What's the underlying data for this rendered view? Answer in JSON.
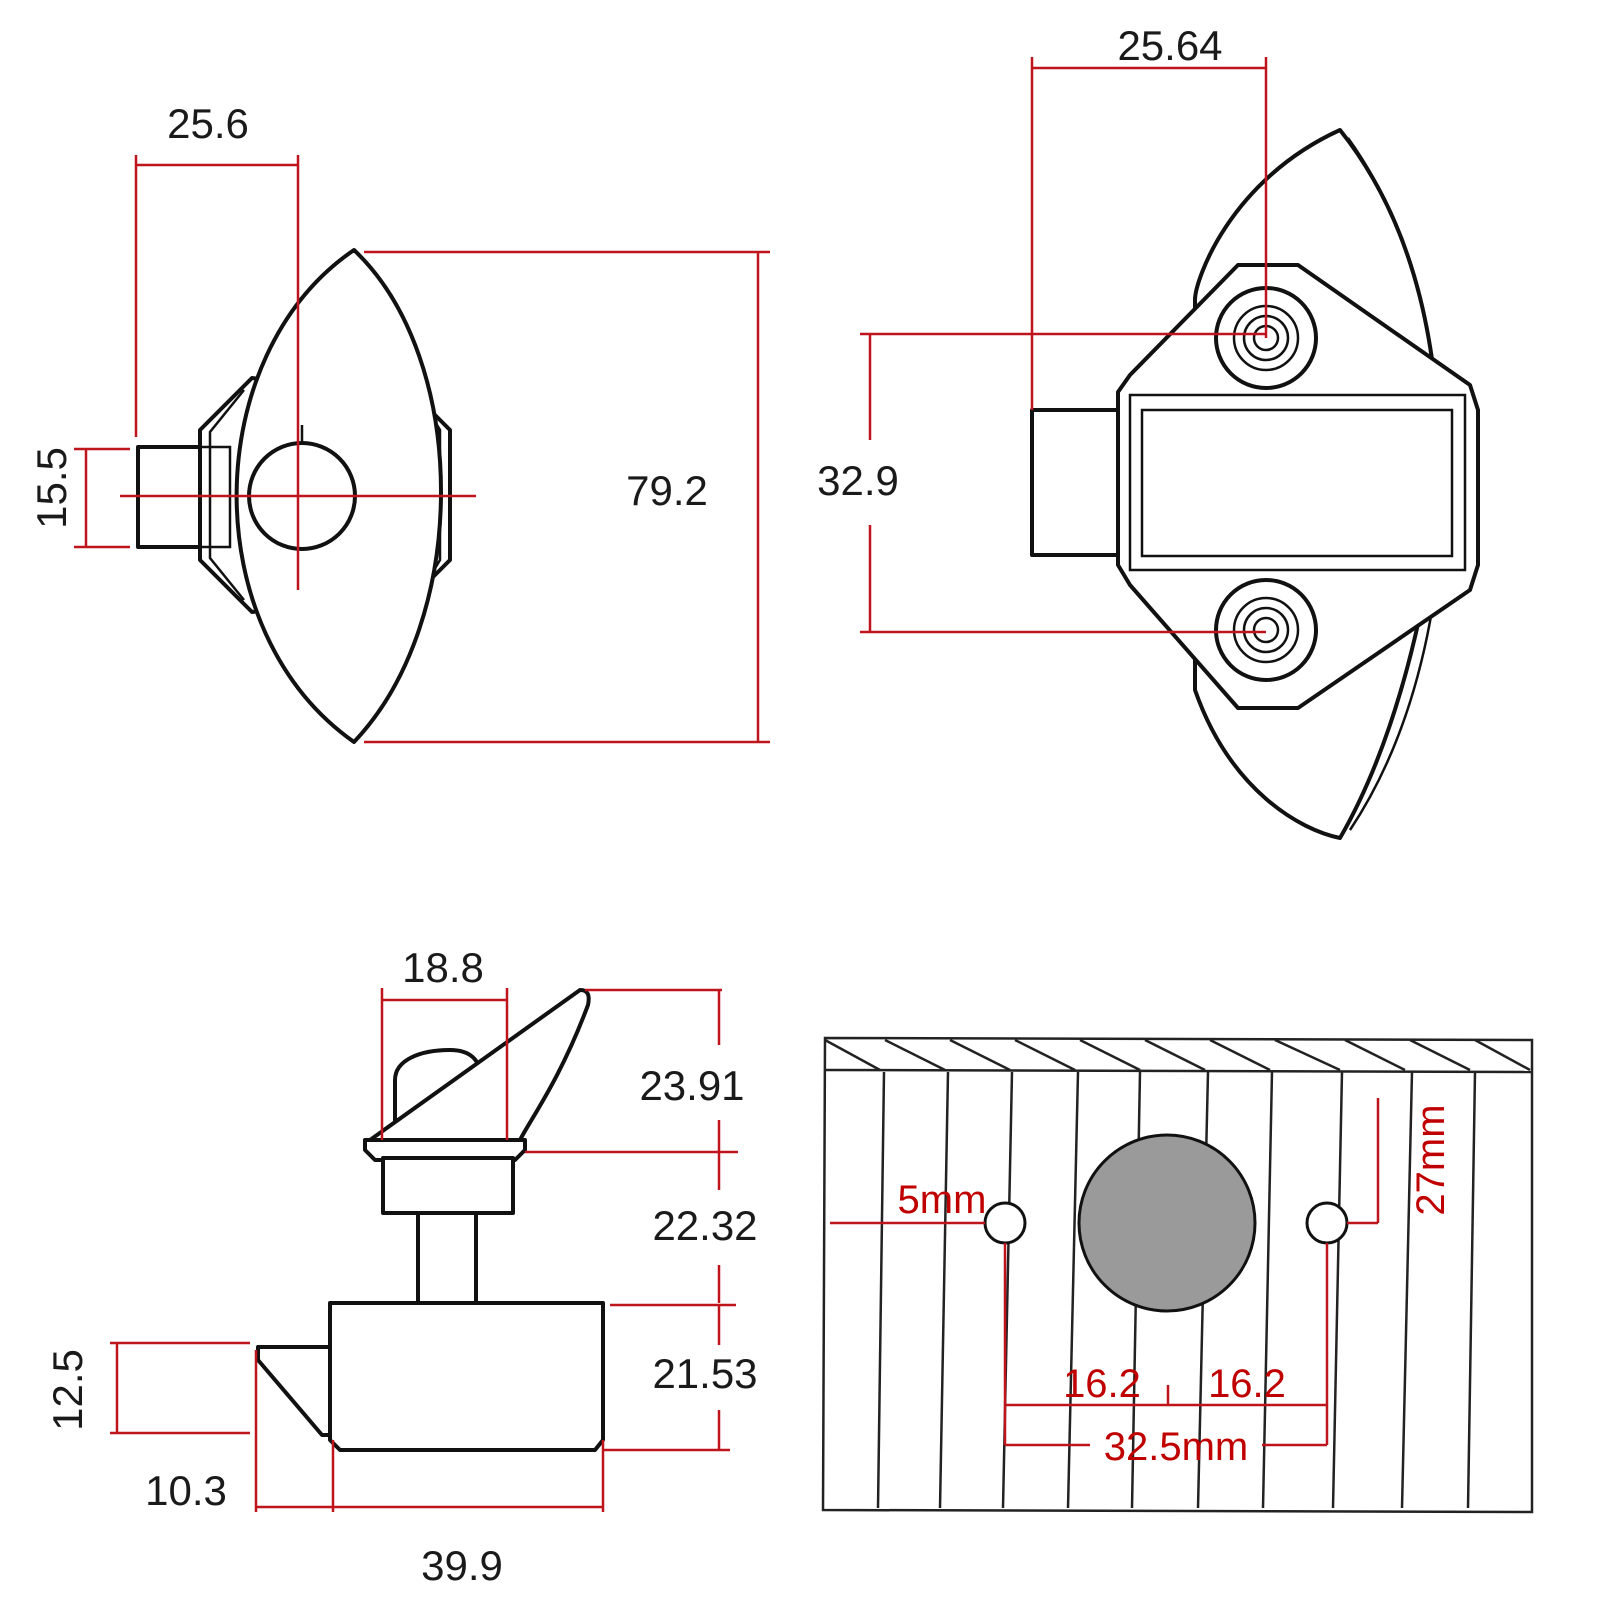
{
  "colors": {
    "dimension_line": "#c0141c",
    "outline": "#111111",
    "hole_fill": "#9a9a9a",
    "red_text": "#c00000"
  },
  "front_view": {
    "width_top": "25.6",
    "height": "79.2",
    "bolt_height": "15.5"
  },
  "back_view": {
    "screw_offset": "25.64",
    "screw_spacing": "32.9"
  },
  "side_view": {
    "button_width": "18.8",
    "button_height": "23.91",
    "stem_height": "22.32",
    "body_height": "21.53",
    "latch_height": "12.5",
    "latch_length": "10.3",
    "total_length": "39.9"
  },
  "install_view": {
    "screw_hole_diameter": "5mm",
    "edge_offset": "27mm",
    "half_spacing_left": "16.2",
    "half_spacing_right": "16.2",
    "hole_spacing": "32.5mm"
  }
}
